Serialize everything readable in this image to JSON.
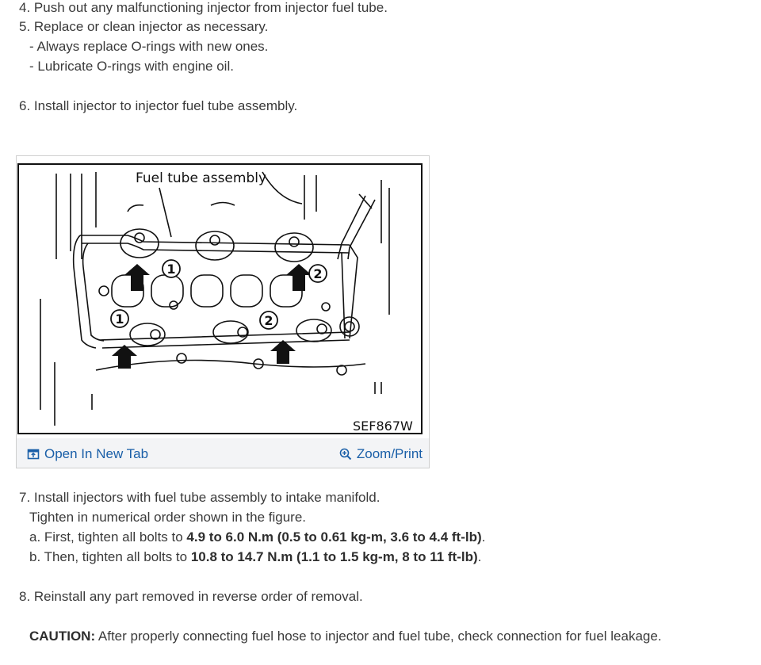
{
  "steps": {
    "s4": "4. Push out any malfunctioning injector from injector fuel tube.",
    "s5": "5. Replace or clean injector as necessary.",
    "s5a": "-  Always replace O-rings with new ones.",
    "s5b": "-  Lubricate O-rings with engine oil.",
    "s6": "6. Install injector to injector fuel tube assembly.",
    "s7": "7. Install injectors with fuel tube assembly to intake manifold.",
    "s7sub": "Tighten in numerical order shown in the figure.",
    "s7a_pre": "a. First, tighten all bolts to ",
    "s7a_bold": "4.9 to 6.0 N.m (0.5 to 0.61 kg-m, 3.6 to 4.4 ft-lb)",
    "s7a_post": ".",
    "s7b_pre": "b. Then, tighten all bolts to ",
    "s7b_bold": "10.8 to 14.7 N.m (1.1 to 1.5 kg-m, 8 to 11 ft-lb)",
    "s7b_post": ".",
    "s8": "8. Reinstall any part removed in reverse order of removal.",
    "caution_label": "CAUTION:",
    "caution_text": " After properly connecting fuel hose to injector and fuel tube, check connection for fuel leakage."
  },
  "figure": {
    "label": "Fuel tube assembly",
    "code": "SEF867W",
    "callouts": [
      "1",
      "1",
      "2",
      "2"
    ]
  },
  "toolbar": {
    "open_label": "Open In New Tab",
    "zoom_label": "Zoom/Print"
  },
  "colors": {
    "link": "#1a5fa8",
    "text": "#3a3a3a"
  },
  "icons": {
    "open": "open-in-new-tab-icon",
    "zoom": "zoom-icon"
  }
}
